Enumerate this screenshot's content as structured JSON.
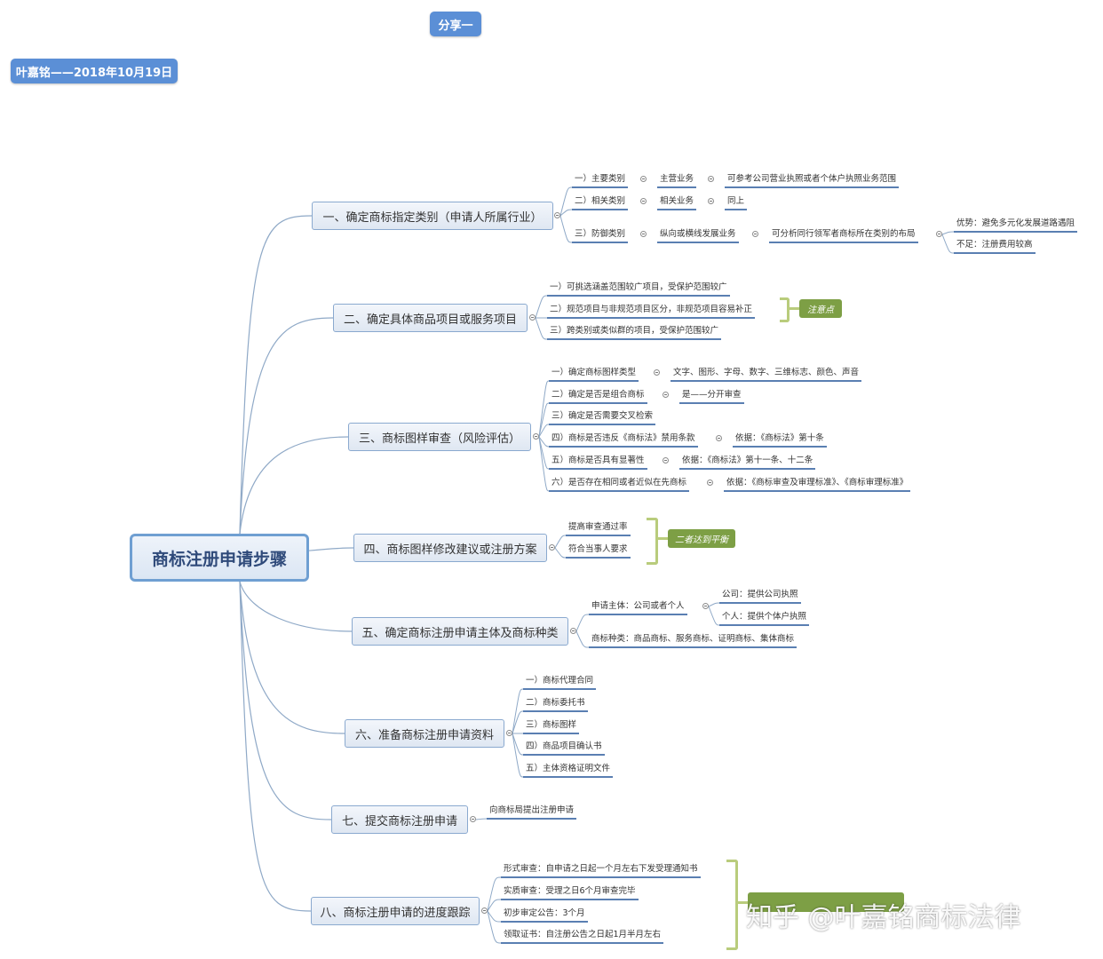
{
  "header": {
    "share_label": "分享一",
    "author_label": "叶嘉铭——2018年10月19日"
  },
  "root": "商标注册申请步骤",
  "branches": [
    {
      "label": "一、确定商标指定类别（申请人所属行业）",
      "items": [
        {
          "label": "一）主要类别",
          "sub": "主营业务",
          "sub2": "可参考公司营业执照或者个体户执照业务范围"
        },
        {
          "label": "二）相关类别",
          "sub": "相关业务",
          "sub2": "同上"
        },
        {
          "label": "三）防御类别",
          "sub": "纵向或横线发展业务",
          "sub2": "可分析同行领军者商标所在类别的布局",
          "sub3": [
            "优势：避免多元化发展道路遇阻",
            "不足：注册费用较高"
          ]
        }
      ]
    },
    {
      "label": "二、确定具体商品项目或服务项目",
      "items": [
        "一）可挑选涵盖范围较广项目，受保护范围较广",
        "二）规范项目与非规范项目区分，非规范项目容易补正",
        "三）跨类别或类似群的项目，受保护范围较广"
      ],
      "callout": "注意点"
    },
    {
      "label": "三、商标图样审查（风险评估）",
      "items": [
        {
          "label": "一）确定商标图样类型",
          "sub": "文字、图形、字母、数字、三维标志、颜色、声音"
        },
        {
          "label": "二）确定是否是组合商标",
          "sub": "是——分开审查"
        },
        {
          "label": "三）确定是否需要交叉检索",
          "sub": ""
        },
        {
          "label": "四）商标是否违反《商标法》禁用条款",
          "sub": "依据：《商标法》第十条"
        },
        {
          "label": "五）商标是否具有显著性",
          "sub": "依据：《商标法》第十一条、十二条"
        },
        {
          "label": "六）是否存在相同或者近似在先商标",
          "sub": "依据：《商标审查及审理标准》、《商标审理标准》"
        }
      ]
    },
    {
      "label": "四、商标图样修改建议或注册方案",
      "items": [
        "提高审查通过率",
        "符合当事人要求"
      ],
      "callout": "二者达到平衡"
    },
    {
      "label": "五、确定商标注册申请主体及商标种类",
      "items": [
        {
          "label": "申请主体：公司或者个人",
          "subs": [
            "公司：提供公司执照",
            "个人：提供个体户执照"
          ]
        },
        {
          "label": "商标种类：商品商标、服务商标、证明商标、集体商标",
          "subs": []
        }
      ]
    },
    {
      "label": "六、准备商标注册申请资料",
      "items": [
        "一）商标代理合同",
        "二）商标委托书",
        "三）商标图样",
        "四）商品项目确认书",
        "五）主体资格证明文件"
      ]
    },
    {
      "label": "七、提交商标注册申请",
      "items": [
        "向商标局提出注册申请"
      ]
    },
    {
      "label": "八、商标注册申请的进度跟踪",
      "items": [
        "形式审查：自申请之日起一个月左右下发受理通知书",
        "实质审查：受理之日6个月审查完毕",
        "初步审定公告：3个月",
        "领取证书：自注册公告之日起1月半月左右"
      ]
    }
  ],
  "watermark": "知乎 @叶嘉铭商标法律",
  "colors": {
    "pill": "#5b8fd6",
    "line": "#5a7fb2",
    "tag": "#7d9f45",
    "brace": "#b9cc7c"
  }
}
